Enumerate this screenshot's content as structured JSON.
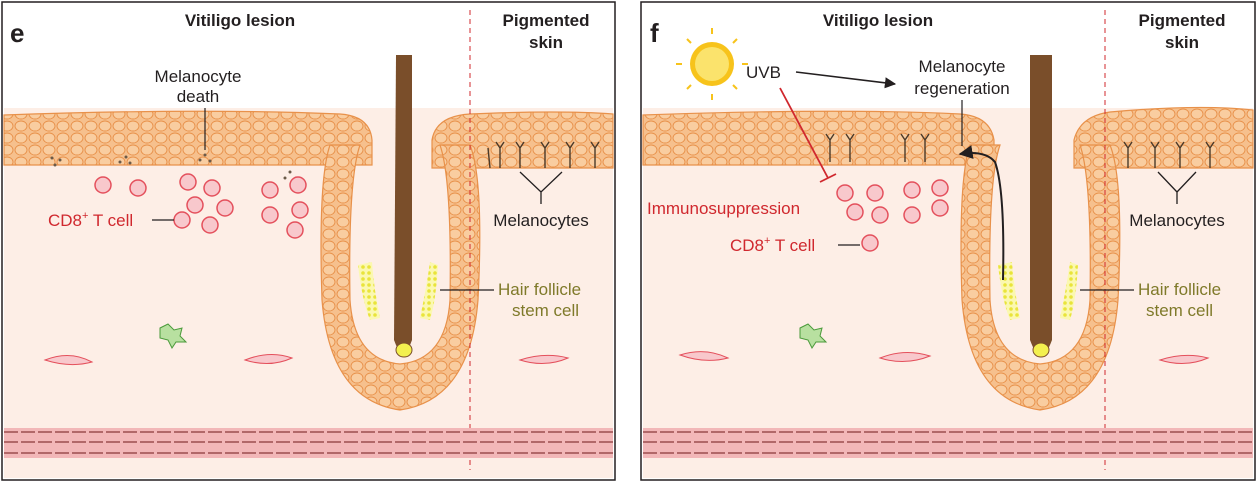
{
  "colors": {
    "background": "#fdeee6",
    "epidermis": "#f6c08d",
    "epidermis_stroke": "#e8914a",
    "hair_shaft": "#7a4e2a",
    "tcell": "#e4505c",
    "tcell_fill": "#f8c8cc",
    "stem_cell": "#f3f04f",
    "vessel": "#f2b7b8",
    "red_label": "#d0282e",
    "olive_label": "#7f7a2a",
    "sun": "#f7c31b"
  },
  "panels": [
    {
      "letter": "e",
      "lesion_title": "Vitiligo lesion",
      "skin_title_line1": "Pigmented",
      "skin_title_line2": "skin",
      "death_line1": "Melanocyte",
      "death_line2": "death",
      "tcell_label": "CD8",
      "tcell_sup": "+",
      "tcell_suffix": " T cell",
      "melanocytes_label": "Melanocytes",
      "hfsc_line1": "Hair follicle",
      "hfsc_line2": "stem cell"
    },
    {
      "letter": "f",
      "lesion_title": "Vitiligo lesion",
      "skin_title_line1": "Pigmented",
      "skin_title_line2": "skin",
      "uvb_label": "UVB",
      "regen_line1": "Melanocyte",
      "regen_line2": "regeneration",
      "immuno_label": "Immunosuppression",
      "tcell_label": "CD8",
      "tcell_sup": "+",
      "tcell_suffix": " T cell",
      "melanocytes_label": "Melanocytes",
      "hfsc_line1": "Hair follicle",
      "hfsc_line2": "stem cell"
    }
  ]
}
